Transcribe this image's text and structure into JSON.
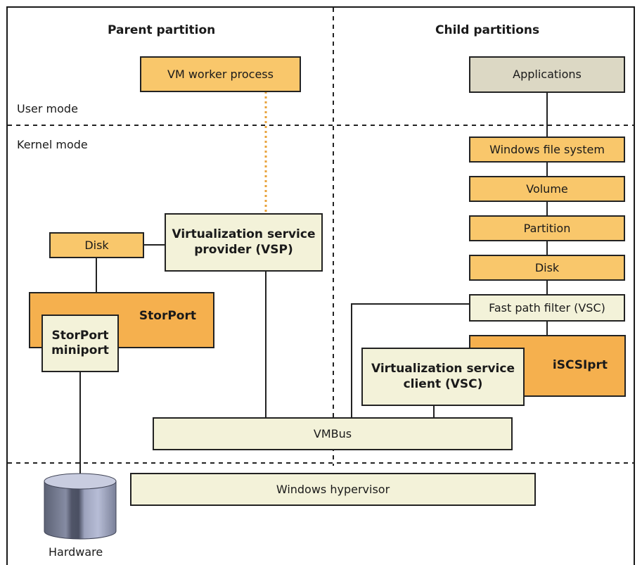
{
  "headers": {
    "parent": "Parent partition",
    "child": "Child partitions"
  },
  "modes": {
    "user": "User mode",
    "kernel": "Kernel mode"
  },
  "colors": {
    "orange": "#f9c76b",
    "orange_dark": "#f5b04e",
    "cream": "#f3f2d9",
    "gray": "#dcd8c4",
    "line": "#222222",
    "dotted": "#e8a33c"
  },
  "boxes": {
    "vm_worker": "VM worker process",
    "applications": "Applications",
    "windows_fs": "Windows file system",
    "volume": "Volume",
    "partition": "Partition",
    "disk_child": "Disk",
    "fast_path": "Fast path filter (VSC)",
    "iscsiprt": "iSCSIprt",
    "vsc": "Virtualization service client (VSC)",
    "vsp": "Virtualization service provider (VSP)",
    "disk_parent": "Disk",
    "storport": "StorPort",
    "storport_miniport": "StorPort miniport",
    "vmbus": "VMBus",
    "hypervisor": "Windows hypervisor"
  },
  "hardware_label": "Hardware"
}
